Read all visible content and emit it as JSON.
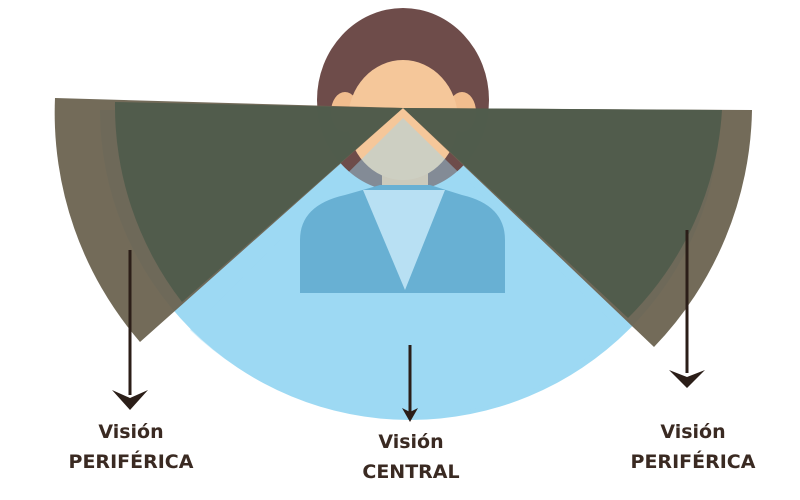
{
  "labels": {
    "peripheral_left": {
      "line1": "Visión",
      "line2": "PERIFÉRICA"
    },
    "central": {
      "line1": "Visión",
      "line2": "CENTRAL"
    },
    "peripheral_right": {
      "line1": "Visión",
      "line2": "PERIFÉRICA"
    }
  },
  "colors": {
    "central_field": "#9dd9f3",
    "peripheral_outer": "#6b6350",
    "peripheral_inner": "#4f5c4c",
    "hair": "#6e4c4a",
    "skin": "#f5c79a",
    "shirt": "#3d8fb8",
    "arrow": "#2b1e18"
  }
}
